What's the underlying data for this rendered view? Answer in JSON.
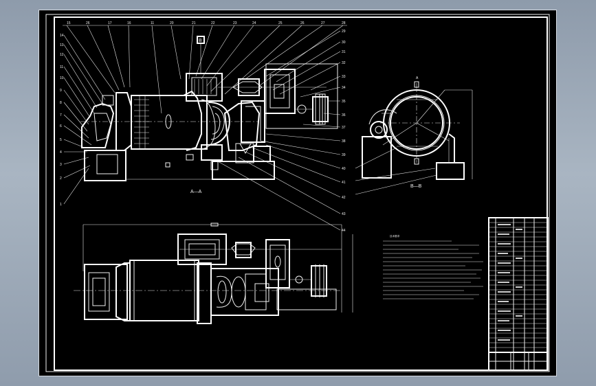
{
  "drawing": {
    "section_labels": {
      "aa": "A—A",
      "bb": "B—B",
      "b_marker": "B"
    },
    "top_part_numbers": [
      "15",
      "26",
      "17",
      "16",
      "11",
      "20",
      "21",
      "22",
      "23",
      "24",
      "25",
      "26",
      "27",
      "28"
    ],
    "right_part_numbers": [
      "29",
      "30",
      "31",
      "32",
      "33",
      "34",
      "35",
      "36",
      "37",
      "38",
      "39",
      "40",
      "41",
      "42",
      "43",
      "44"
    ],
    "left_part_numbers": [
      "14",
      "13",
      "12",
      "11",
      "10",
      "9",
      "8",
      "7",
      "6",
      "5",
      "4",
      "3",
      "2",
      "1"
    ],
    "notes_title": "技术要求",
    "colors": {
      "background": "#8e9bab",
      "sheet": "#000000",
      "lines": "#f2f2f2"
    }
  }
}
